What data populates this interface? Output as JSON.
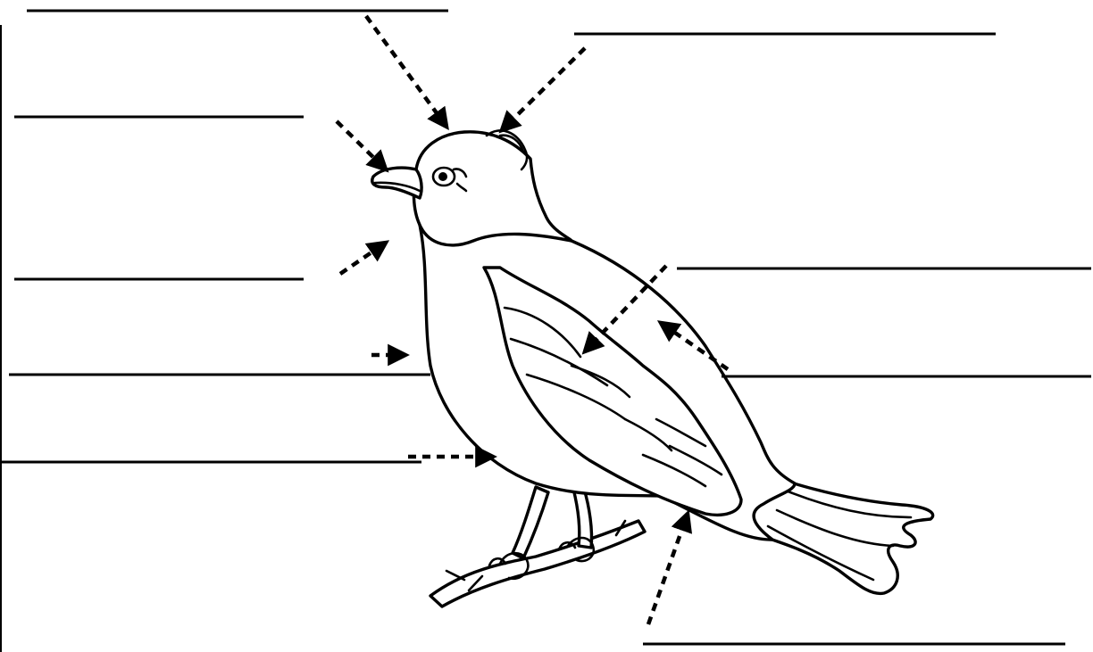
{
  "worksheet": {
    "background": "#ffffff",
    "ink_color": "#000000",
    "subject": "bird-outline",
    "answer_blanks": [
      {
        "id": "crown",
        "value": ""
      },
      {
        "id": "crest",
        "value": ""
      },
      {
        "id": "beak",
        "value": ""
      },
      {
        "id": "throat",
        "value": ""
      },
      {
        "id": "breast",
        "value": ""
      },
      {
        "id": "belly",
        "value": ""
      },
      {
        "id": "wing",
        "value": ""
      },
      {
        "id": "back",
        "value": ""
      },
      {
        "id": "tail",
        "value": ""
      }
    ]
  }
}
